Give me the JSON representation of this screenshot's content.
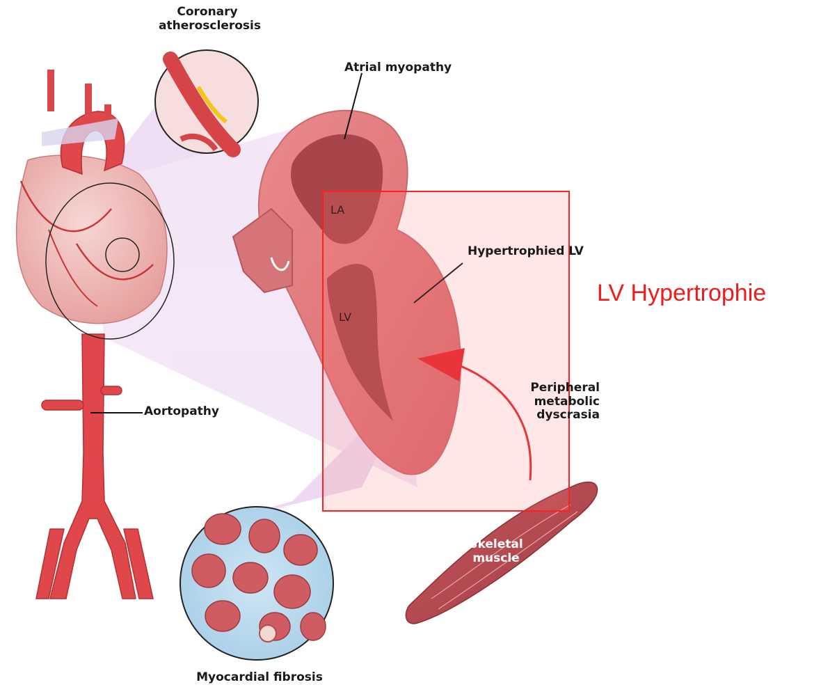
{
  "labels": {
    "coronary": "Coronary\natherosclerosis",
    "atrial": "Atrial myopathy",
    "la": "LA",
    "lv": "LV",
    "hypertrophied": "Hypertrophied LV",
    "aortopathy": "Aortopathy",
    "peripheral": "Peripheral\nmetabolic\ndyscrasia",
    "skeletal": "Skeletal\nmuscle",
    "fibrosis": "Myocardial fibrosis"
  },
  "annotation": {
    "text": "LV Hypertrophie",
    "color": "#ee1c1c"
  },
  "colors": {
    "artery": "#e0474a",
    "heart_wall": "#d9787c",
    "cavity": "#a8454a",
    "highlight": "#ff1f1f",
    "callout_fill": "#d8a9e6",
    "fibrosis_bg": "#b9d9ee"
  }
}
